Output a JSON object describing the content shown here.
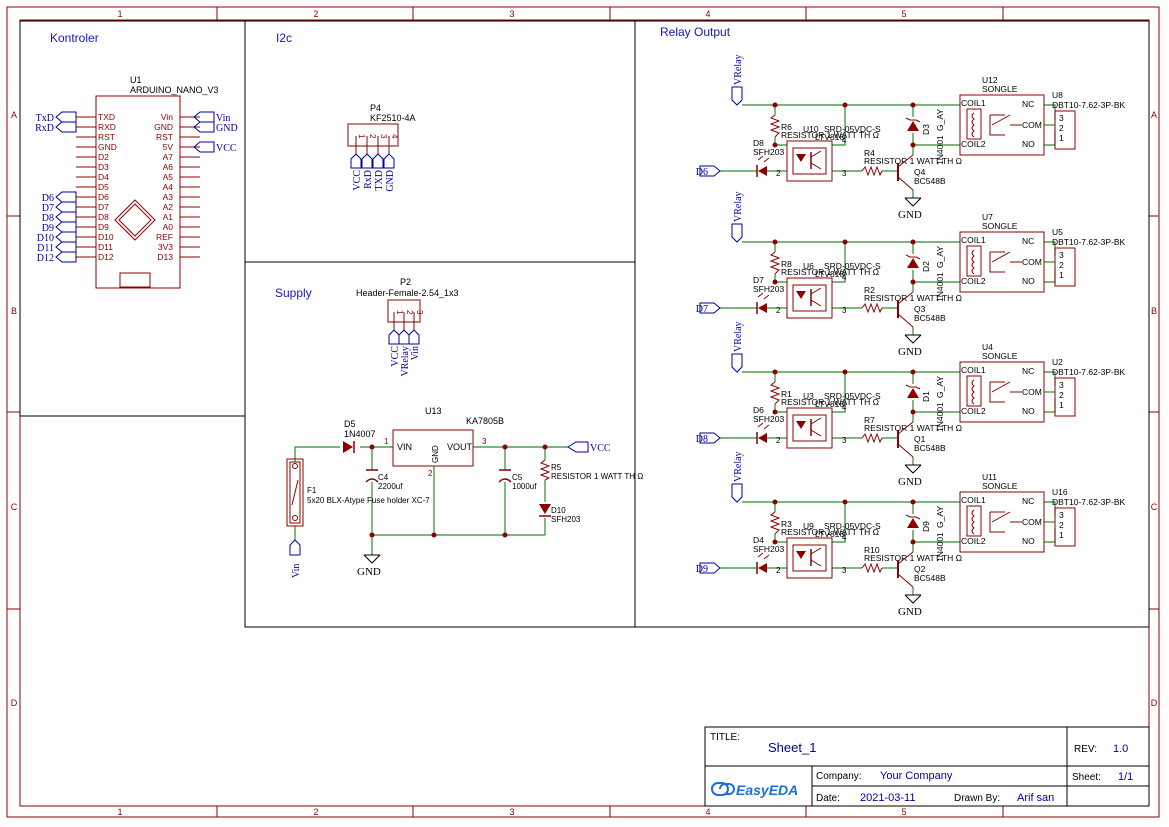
{
  "frame": {
    "col_labels": [
      "1",
      "2",
      "3",
      "4",
      "5"
    ],
    "row_labels": [
      "A",
      "B",
      "C",
      "D"
    ]
  },
  "sections": {
    "kontroler": "Kontroler",
    "i2c": "I2c",
    "supply": "Supply",
    "relay_output": "Relay Output"
  },
  "arduino": {
    "ref": "U1",
    "value": "ARDUINO_NANO_V3",
    "left_pins": [
      "TXD",
      "RXD",
      "RST",
      "GND",
      "D2",
      "D3",
      "D4",
      "D5",
      "D6",
      "D7",
      "D8",
      "D9",
      "D10",
      "D11",
      "D12"
    ],
    "right_pins": [
      "Vin",
      "GND",
      "RST",
      "5V",
      "A7",
      "A6",
      "A5",
      "A4",
      "A3",
      "A2",
      "A1",
      "A0",
      "REF",
      "3V3",
      "D13"
    ],
    "left_nets": [
      "TxD",
      "RxD",
      "D6",
      "D7",
      "D8",
      "D9",
      "D10",
      "D11",
      "D12"
    ],
    "right_nets": [
      "Vin",
      "GND",
      "VCC"
    ]
  },
  "i2c_header": {
    "ref": "P4",
    "value": "KF2510-4A",
    "pins": [
      "1",
      "2",
      "3",
      "4"
    ],
    "nets": [
      "VCC",
      "RxD",
      "TXD",
      "GND"
    ]
  },
  "supply_header": {
    "ref": "P2",
    "value": "Header-Female-2.54_1x3",
    "pins": [
      "1",
      "2",
      "3"
    ],
    "nets": [
      "VCC",
      "VRelay",
      "Vin"
    ]
  },
  "supply": {
    "d5_ref": "D5",
    "d5_val": "1N4007",
    "u13_ref": "U13",
    "u13_val": "KA7805B",
    "vin": "VIN",
    "vout": "VOUT",
    "gnd_pin": "GND",
    "pin1": "1",
    "pin2": "2",
    "pin3": "3",
    "c4_ref": "C4",
    "c4_val": "2200uf",
    "c5_ref": "C5",
    "c5_val": "1000uf",
    "r5_ref": "R5",
    "r5_val": "RESISTOR 1 WATT TH Ω",
    "d10_ref": "D10",
    "d10_val": "SFH203",
    "f1_ref": "F1",
    "f1_val": "5x20 BLX-Atype Fuse holder XC-7",
    "vcc_net": "VCC",
    "vin_net": "Vin",
    "gnd_net": "GND"
  },
  "relay_channels": [
    {
      "input_net": "D6",
      "r_pull": "R6",
      "opto": "U10",
      "opto_val": "LTV816",
      "led": "D8",
      "led_val": "SFH203",
      "r_base": "R4",
      "transistor": "Q4",
      "transistor_val": "BC548B",
      "diode": "D3",
      "diode_val": "1N4001",
      "relay": "U12",
      "relay_val": "SONGLE",
      "relay_sub": "G_AY",
      "term": "U8",
      "term_val": "DBT10-7.62-3P-BK"
    },
    {
      "input_net": "D7",
      "r_pull": "R8",
      "opto": "U6",
      "opto_val": "LTV816",
      "led": "D7",
      "led_val": "SFH203",
      "r_base": "R2",
      "transistor": "Q3",
      "transistor_val": "BC548B",
      "diode": "D2",
      "diode_val": "1N4001",
      "relay": "U7",
      "relay_val": "SONGLE",
      "relay_sub": "G_AY",
      "term": "U5",
      "term_val": "DBT10-7.62-3P-BK"
    },
    {
      "input_net": "D8",
      "r_pull": "R1",
      "opto": "U3",
      "opto_val": "LTV816",
      "led": "D6",
      "led_val": "SFH203",
      "r_base": "R7",
      "transistor": "Q1",
      "transistor_val": "BC548B",
      "diode": "D1",
      "diode_val": "1N4001",
      "relay": "U4",
      "relay_val": "SONGLE",
      "relay_sub": "G_AY",
      "term": "U2",
      "term_val": "DBT10-7.62-3P-BK"
    },
    {
      "input_net": "D9",
      "r_pull": "R3",
      "opto": "U9",
      "opto_val": "LTV816",
      "led": "D4",
      "led_val": "SFH203",
      "r_base": "R10",
      "transistor": "Q2",
      "transistor_val": "BC548B",
      "diode": "D9",
      "diode_val": "1N4001",
      "relay": "U11",
      "relay_val": "SONGLE",
      "relay_sub": "G_AY",
      "term": "U16",
      "term_val": "DBT10-7.62-3P-BK"
    }
  ],
  "relay_common": {
    "vrelay_net": "VRelay",
    "gnd_net": "GND",
    "resistor_val": "RESISTOR 1 WATT TH Ω",
    "coil1": "COIL1",
    "coil2": "COIL2",
    "nc": "NC",
    "com": "COM",
    "no": "NO",
    "relay_prefix": "SRD-05VDC-S",
    "opto_pins": [
      "1",
      "2",
      "3",
      "4"
    ],
    "term_pins": [
      "3",
      "2",
      "1"
    ]
  },
  "title_block": {
    "title_label": "TITLE:",
    "title": "Sheet_1",
    "rev_label": "REV:",
    "rev": "1.0",
    "company_label": "Company:",
    "company": "Your Company",
    "sheet_label": "Sheet:",
    "sheet": "1/1",
    "date_label": "Date:",
    "date": "2021-03-11",
    "drawn_label": "Drawn By:",
    "drawn": "Arif san",
    "logo_text": "EasyEDA"
  },
  "colors": {
    "frame": "#8b0000",
    "wire": "#2e8b2e",
    "net": "#00009e",
    "section": "#1515c8",
    "component": "#8b0000",
    "logo": "#1e6fd9"
  }
}
